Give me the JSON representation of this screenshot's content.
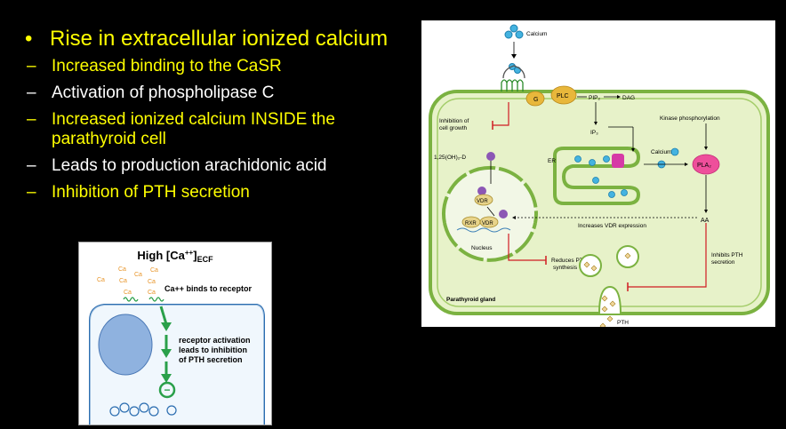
{
  "slide": {
    "main_bullet_symbol": "•",
    "main_bullet": "Rise in extracellular ionized calcium",
    "sub_bullets": [
      {
        "text": "Increased binding to the CaSR",
        "color": "#ffff00"
      },
      {
        "text": "Activation of phospholipase C",
        "color": "#ffffff"
      },
      {
        "text": "Increased ionized calcium INSIDE the parathyroid cell",
        "color": "#ffff00"
      },
      {
        "text": "Leads to production arachidonic acid",
        "color": "#ffffff"
      },
      {
        "text": "Inhibition of PTH secretion",
        "color": "#ffff00"
      }
    ]
  },
  "small_figure": {
    "title_main": "High [Ca",
    "title_sup": "++",
    "title_end": "]",
    "title_sub": "ECF",
    "ion_label": "Ca",
    "ion_sup": "++",
    "binds_text": "Ca++ binds to receptor",
    "activation_lines": [
      "receptor activation",
      "leads to inhibition",
      "of PTH secretion"
    ],
    "inhibit_symbol": "−"
  },
  "diagram": {
    "calcium_top": "Calcium",
    "g_protein": "G",
    "plc": "PLC",
    "pip2": "PIP₂",
    "dag": "DAG",
    "ip3": "IP₃",
    "inhibition_growth": [
      "Inhibition of",
      "cell growth"
    ],
    "kinase": "Kinase phosphorylation",
    "vitd": "1,25(OH)₂-D",
    "er": "ER",
    "calcium_mid": "Calcium",
    "pla2": "PLA₂",
    "vdr": "VDR",
    "rxr": "RXR",
    "nucleus": "Nucleus",
    "increases_vdr": "Increases VDR expression",
    "aa": "AA",
    "reduces_pth": [
      "Reduces PTH",
      "synthesis"
    ],
    "inhibits_pth": [
      "Inhibits PTH",
      "secretion"
    ],
    "gland": "Parathyroid gland",
    "pth": "PTH"
  }
}
